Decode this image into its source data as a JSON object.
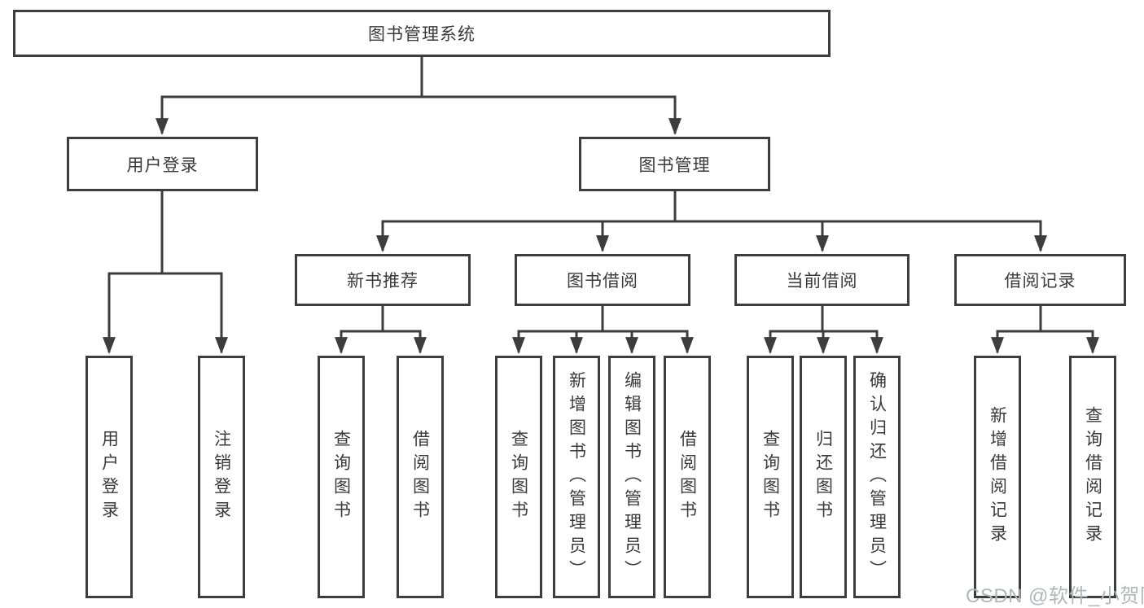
{
  "tree": {
    "label": "图书管理系统",
    "children": [
      {
        "label": "用户登录",
        "children": [
          {
            "label": "用户登录"
          },
          {
            "label": "注销登录"
          }
        ]
      },
      {
        "label": "图书管理",
        "children": [
          {
            "label": "新书推荐",
            "children": [
              {
                "label": "查询图书"
              },
              {
                "label": "借阅图书"
              }
            ]
          },
          {
            "label": "图书借阅",
            "children": [
              {
                "label": "查询图书"
              },
              {
                "label": "新增图书（管理员）"
              },
              {
                "label": "编辑图书（管理员）"
              },
              {
                "label": "借阅图书"
              }
            ]
          },
          {
            "label": "当前借阅",
            "children": [
              {
                "label": "查询图书"
              },
              {
                "label": "归还图书"
              },
              {
                "label": "确认归还（管理员）"
              }
            ]
          },
          {
            "label": "借阅记录",
            "children": [
              {
                "label": "新增借阅记录"
              },
              {
                "label": "查询借阅记录"
              }
            ]
          }
        ]
      }
    ]
  },
  "watermark": "CSDN @软件_小贺同学",
  "colors": {
    "line": "#3d3d3d",
    "text": "#3a3a3a",
    "watermark": "#b3b6b9",
    "background": "#ffffff"
  }
}
